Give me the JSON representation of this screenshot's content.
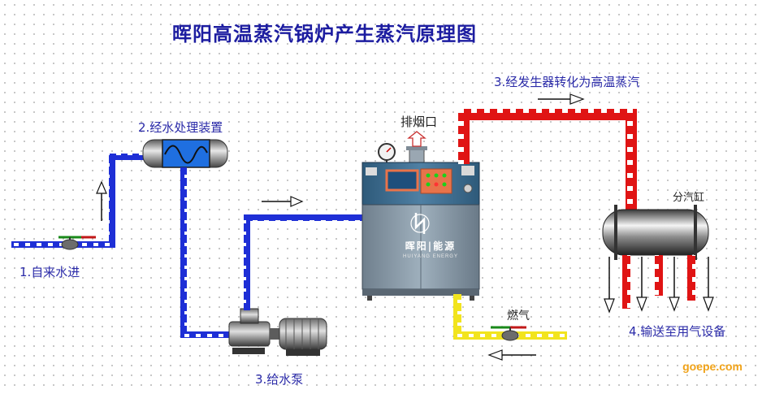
{
  "title": "晖阳高温蒸汽锅炉产生蒸汽原理图",
  "labels": {
    "step1": "1.自来水进",
    "step2": "2.经水处理装置",
    "step3_pump": "3.给水泵",
    "step3_gen": "3.经发生器转化为高温蒸汽",
    "step4": "4.输送至用气设备",
    "exhaust": "排烟口",
    "fuel": "燃气",
    "header": "分汽缸"
  },
  "boiler": {
    "brand_cn": "晖阳|能源",
    "brand_en": "HUIYANG  ENERGY"
  },
  "watermark": "goepe.com",
  "colors": {
    "water_pipe": "#1e2fd6",
    "steam_pipe": "#e01414",
    "fuel_pipe": "#f5ea2a",
    "boiler_top": "#3c6b8e",
    "boiler_body": "#7d8f9e",
    "panel": "#e8734a"
  }
}
